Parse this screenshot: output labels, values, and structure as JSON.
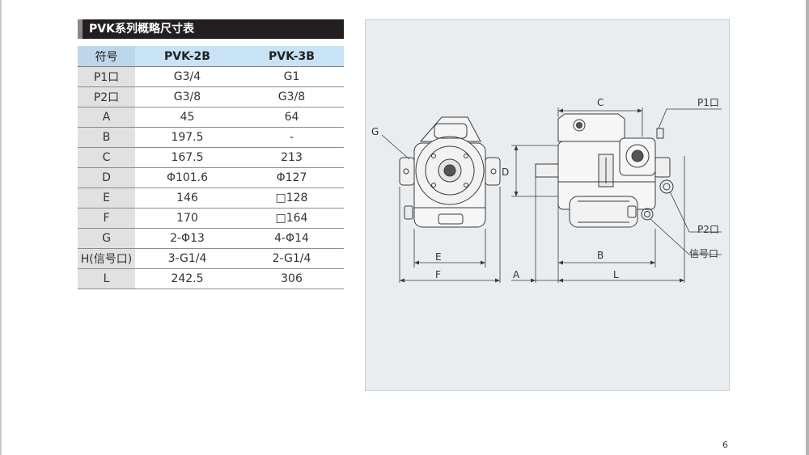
{
  "page": {
    "title": "PVK系列概略尺寸表",
    "page_number": "6"
  },
  "table": {
    "headers": [
      "符号",
      "PVK-2B",
      "PVK-3B"
    ],
    "rows": [
      [
        "P1口",
        "G3/4",
        "G1"
      ],
      [
        "P2口",
        "G3/8",
        "G3/8"
      ],
      [
        "A",
        "45",
        "64"
      ],
      [
        "B",
        "197.5",
        "-"
      ],
      [
        "C",
        "167.5",
        "213"
      ],
      [
        "D",
        "Φ101.6",
        "Φ127"
      ],
      [
        "E",
        "146",
        "□128"
      ],
      [
        "F",
        "170",
        "□164"
      ],
      [
        "G",
        "2-Φ13",
        "4-Φ14"
      ],
      [
        "H(信号口)",
        "3-G1/4",
        "2-G1/4"
      ],
      [
        "L",
        "242.5",
        "306"
      ]
    ]
  },
  "drawing": {
    "labels": {
      "g": "G",
      "c": "C",
      "p1": "P1口",
      "d": "D",
      "p2": "P2口",
      "signal": "信号口",
      "e": "E",
      "b": "B",
      "f": "F",
      "a": "A",
      "l": "L"
    }
  }
}
